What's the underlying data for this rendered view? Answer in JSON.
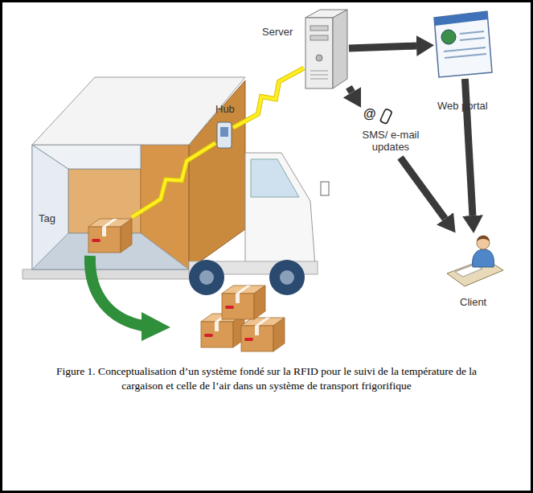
{
  "diagram": {
    "caption": "Figure 1. Conceptualisation d’un système fondé sur la RFID pour le suivi de la température de la cargaison et celle de l’air dans un système de transport frigorifique",
    "nodes": [
      {
        "text": [
          "Server"
        ]
      },
      {
        "text": [
          "Web portal"
        ]
      },
      {
        "text": [
          "Hub"
        ]
      },
      {
        "text": [
          "Tag"
        ]
      },
      {
        "text": [
          "Client"
        ]
      }
    ],
    "edges": [
      {
        "from": 3,
        "to": 2,
        "arrow": "none"
      },
      {
        "from": 2,
        "to": 0,
        "arrow": "none"
      },
      {
        "from": 0,
        "to": 1,
        "arrow": "to"
      },
      {
        "from": 1,
        "to": 4,
        "arrow": "to"
      },
      {
        "from": 0,
        "to": 4,
        "label": "SMS/ e-mail updates",
        "arrow": "to"
      }
    ],
    "labels": [
      "@"
    ]
  }
}
